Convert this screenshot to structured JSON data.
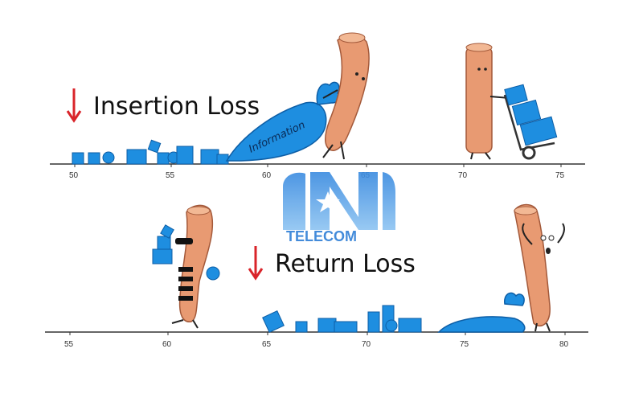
{
  "top_panel": {
    "title": "Insertion Loss",
    "bag_label": "Information",
    "axis_ticks": [
      "50",
      "55",
      "60",
      "65",
      "70",
      "75"
    ]
  },
  "bottom_panel": {
    "title": "Return Loss",
    "axis_ticks": [
      "55",
      "60",
      "65",
      "70",
      "75",
      "80"
    ]
  },
  "watermark": {
    "text": "TELECOM",
    "color": "#2f7fd6"
  },
  "colors": {
    "box_blue": "#1e8ee0",
    "cable_orange": "#e89a72",
    "arrow_red": "#d9242a"
  },
  "icons": {
    "arrow": "down-arrow-icon"
  }
}
